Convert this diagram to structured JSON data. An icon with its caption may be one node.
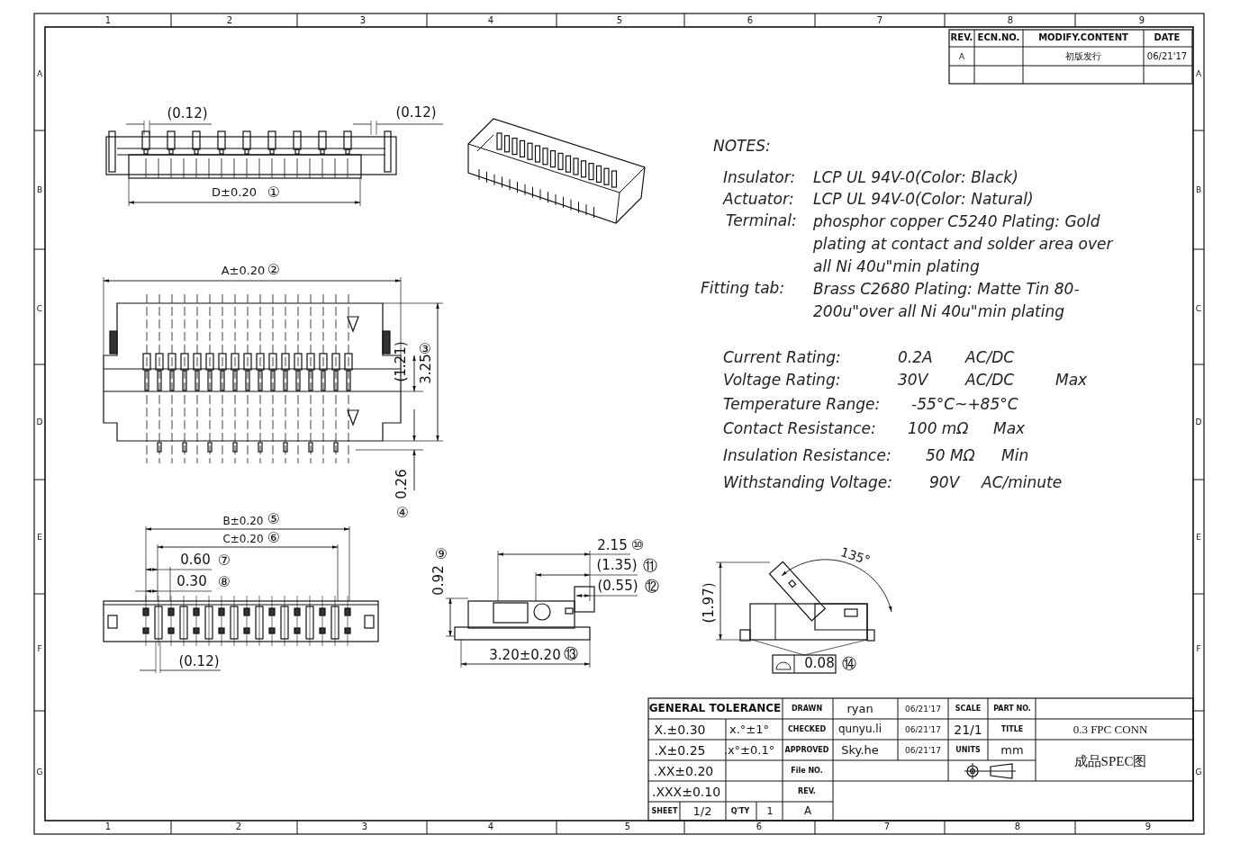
{
  "diagram": {
    "labels": [
      "1",
      "2",
      "3",
      "4",
      "5",
      "6",
      "7",
      "8",
      "9",
      "REV.",
      "ECN.NO.",
      "MODIFY.CONTENT",
      "DATE",
      "A",
      "初版发行",
      "06/21'17",
      "(0.12)",
      "(0.12)",
      "D±0.20",
      "①",
      "A±0.20",
      "②",
      "(1.21)",
      "3.25",
      "③",
      "0.26",
      "④",
      "NOTES:",
      "Insulator:",
      "LCP UL 94V-0(Color: Black)",
      "Actuator:",
      "LCP UL 94V-0(Color: Natural)",
      "Terminal:",
      "phosphor copper C5240 Plating: Gold plating at contact and solder area over all Ni 40u\"min plating",
      "Fitting tab:",
      "Brass C2680 Plating: Matte Tin 80-200u\"over all Ni 40u\"min plating",
      "Current Rating:",
      "0.2A",
      "AC/DC",
      "Voltage Rating:",
      "30V",
      "AC/DC",
      "Max",
      "Temperature Range:",
      "-55°C~+85°C",
      "Contact Resistance:",
      "100 mΩ",
      "Max",
      "Insulation Resistance:",
      "50 MΩ",
      "Min",
      "Withstanding Voltage:",
      "90V",
      "AC/minute",
      "B±0.20",
      "⑤",
      "C±0.20",
      "⑥",
      "0.60",
      "⑦",
      "0.30",
      "⑧",
      "(0.12)",
      "⑨",
      "0.92",
      "2.15",
      "⑩",
      "(1.35)",
      "⑪",
      "(0.55)",
      "⑫",
      "3.20±0.20",
      "⑬",
      "135°",
      "(1.97)",
      "0.08",
      "⑭",
      "GENERAL TOLERANCE",
      "DRAWN",
      "ryan",
      "06/21'17",
      "SCALE",
      "PART NO.",
      "X.±0.30",
      "x.°±1°",
      "CHECKED",
      "qunyu.li",
      "06/21'17",
      "21/1",
      "TITLE",
      "0.3 FPC CONN",
      ".X±0.25",
      ".x°±0.1°",
      "APPROVED",
      "Sky.he",
      "06/21'17",
      "UNITS",
      "mm",
      "成品SPEC图",
      ".XX±0.20",
      "File NO.",
      ".XXX±0.10",
      "REV.",
      "SHEET",
      "1/2",
      "Q'TY",
      "1",
      "A",
      "1",
      "2",
      "3",
      "4",
      "5",
      "6",
      "7",
      "8",
      "9",
      "A",
      "B",
      "C",
      "D",
      "E",
      "F",
      "G",
      "A",
      "B",
      "C",
      "D",
      "E",
      "F",
      "G"
    ]
  }
}
